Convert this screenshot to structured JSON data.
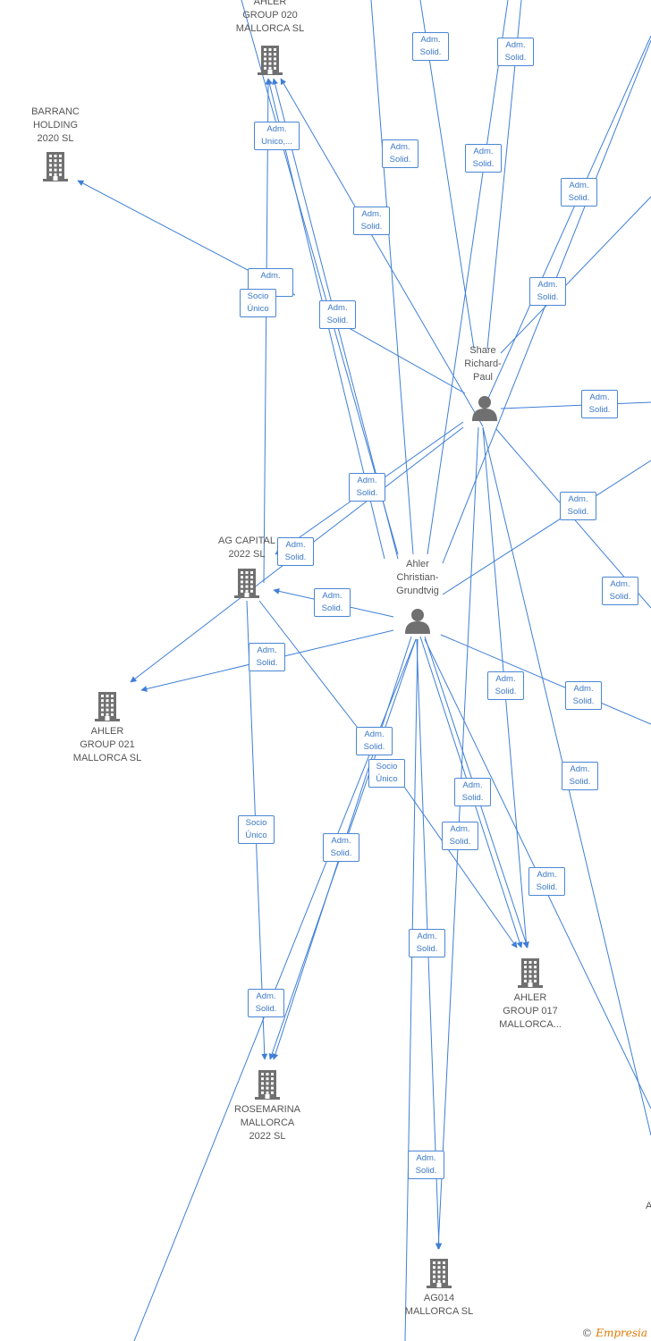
{
  "colors": {
    "edge": "#3f7fd6",
    "node_icon": "#707070",
    "label_text": "#555555",
    "badge_text": "#3a78c8"
  },
  "companies": [
    {
      "id": "ahler020",
      "label": "AHLER\nGROUP 020\nMALLORCA  SL",
      "icon": "building-icon"
    },
    {
      "id": "barranc",
      "label": "BARRANC\nHOLDING\n2020  SL",
      "icon": "building-icon"
    },
    {
      "id": "agcapital",
      "label": "AG CAPITAL\n2022  SL",
      "icon": "building-icon"
    },
    {
      "id": "ahler021",
      "label": "AHLER\nGROUP 021\nMALLORCA  SL",
      "icon": "building-icon"
    },
    {
      "id": "ahler017",
      "label": "AHLER\nGROUP 017\nMALLORCA...",
      "icon": "building-icon"
    },
    {
      "id": "rosemarina",
      "label": "ROSEMARINA\nMALLORCA\n2022  SL",
      "icon": "building-icon"
    },
    {
      "id": "ag014",
      "label": "AG014\nMALLORCA  SL",
      "icon": "building-icon"
    }
  ],
  "persons": [
    {
      "id": "share",
      "label": "Share\nRichard-\nPaul",
      "icon": "person-icon"
    },
    {
      "id": "christian",
      "label": "Ahler\nChristian-\nGrundtvig",
      "icon": "person-icon"
    }
  ],
  "edge_labels": [
    "Adm.\nSolid.",
    "Adm.\nSolid.",
    "Adm.\nUnico,...",
    "Adm.\nSolid.",
    "Adm.\nSolid.",
    "Adm.\nSolid.",
    "Adm.\nSolid.",
    "Adm.\nSolid.",
    "Adm.\n...",
    "Socio\nÚnico",
    "Adm.\nSolid.",
    "Adm.\nSolid.",
    "Adm.\nSolid.",
    "Adm.\nSolid.",
    "Adm.\nSolid.",
    "Adm.\nSolid.",
    "Adm.\nSolid.",
    "Adm.\nSolid.",
    "Adm.\nSolid.",
    "Adm.\nSolid.",
    "Adm.\nSolid.",
    "Socio\nÚnico",
    "Adm.\nSolid.",
    "Adm.\nSolid.",
    "Socio\nÚnico",
    "Adm.\nSolid.",
    "Adm.\nSolid.",
    "Adm.\nSolid.",
    "Adm.\nSolid.",
    "Adm.\nSolid.",
    "Adm.\nSolid."
  ],
  "cutoff_labels": [
    "A"
  ],
  "footer": {
    "copyright_symbol": "©",
    "brand": "Empresia"
  }
}
